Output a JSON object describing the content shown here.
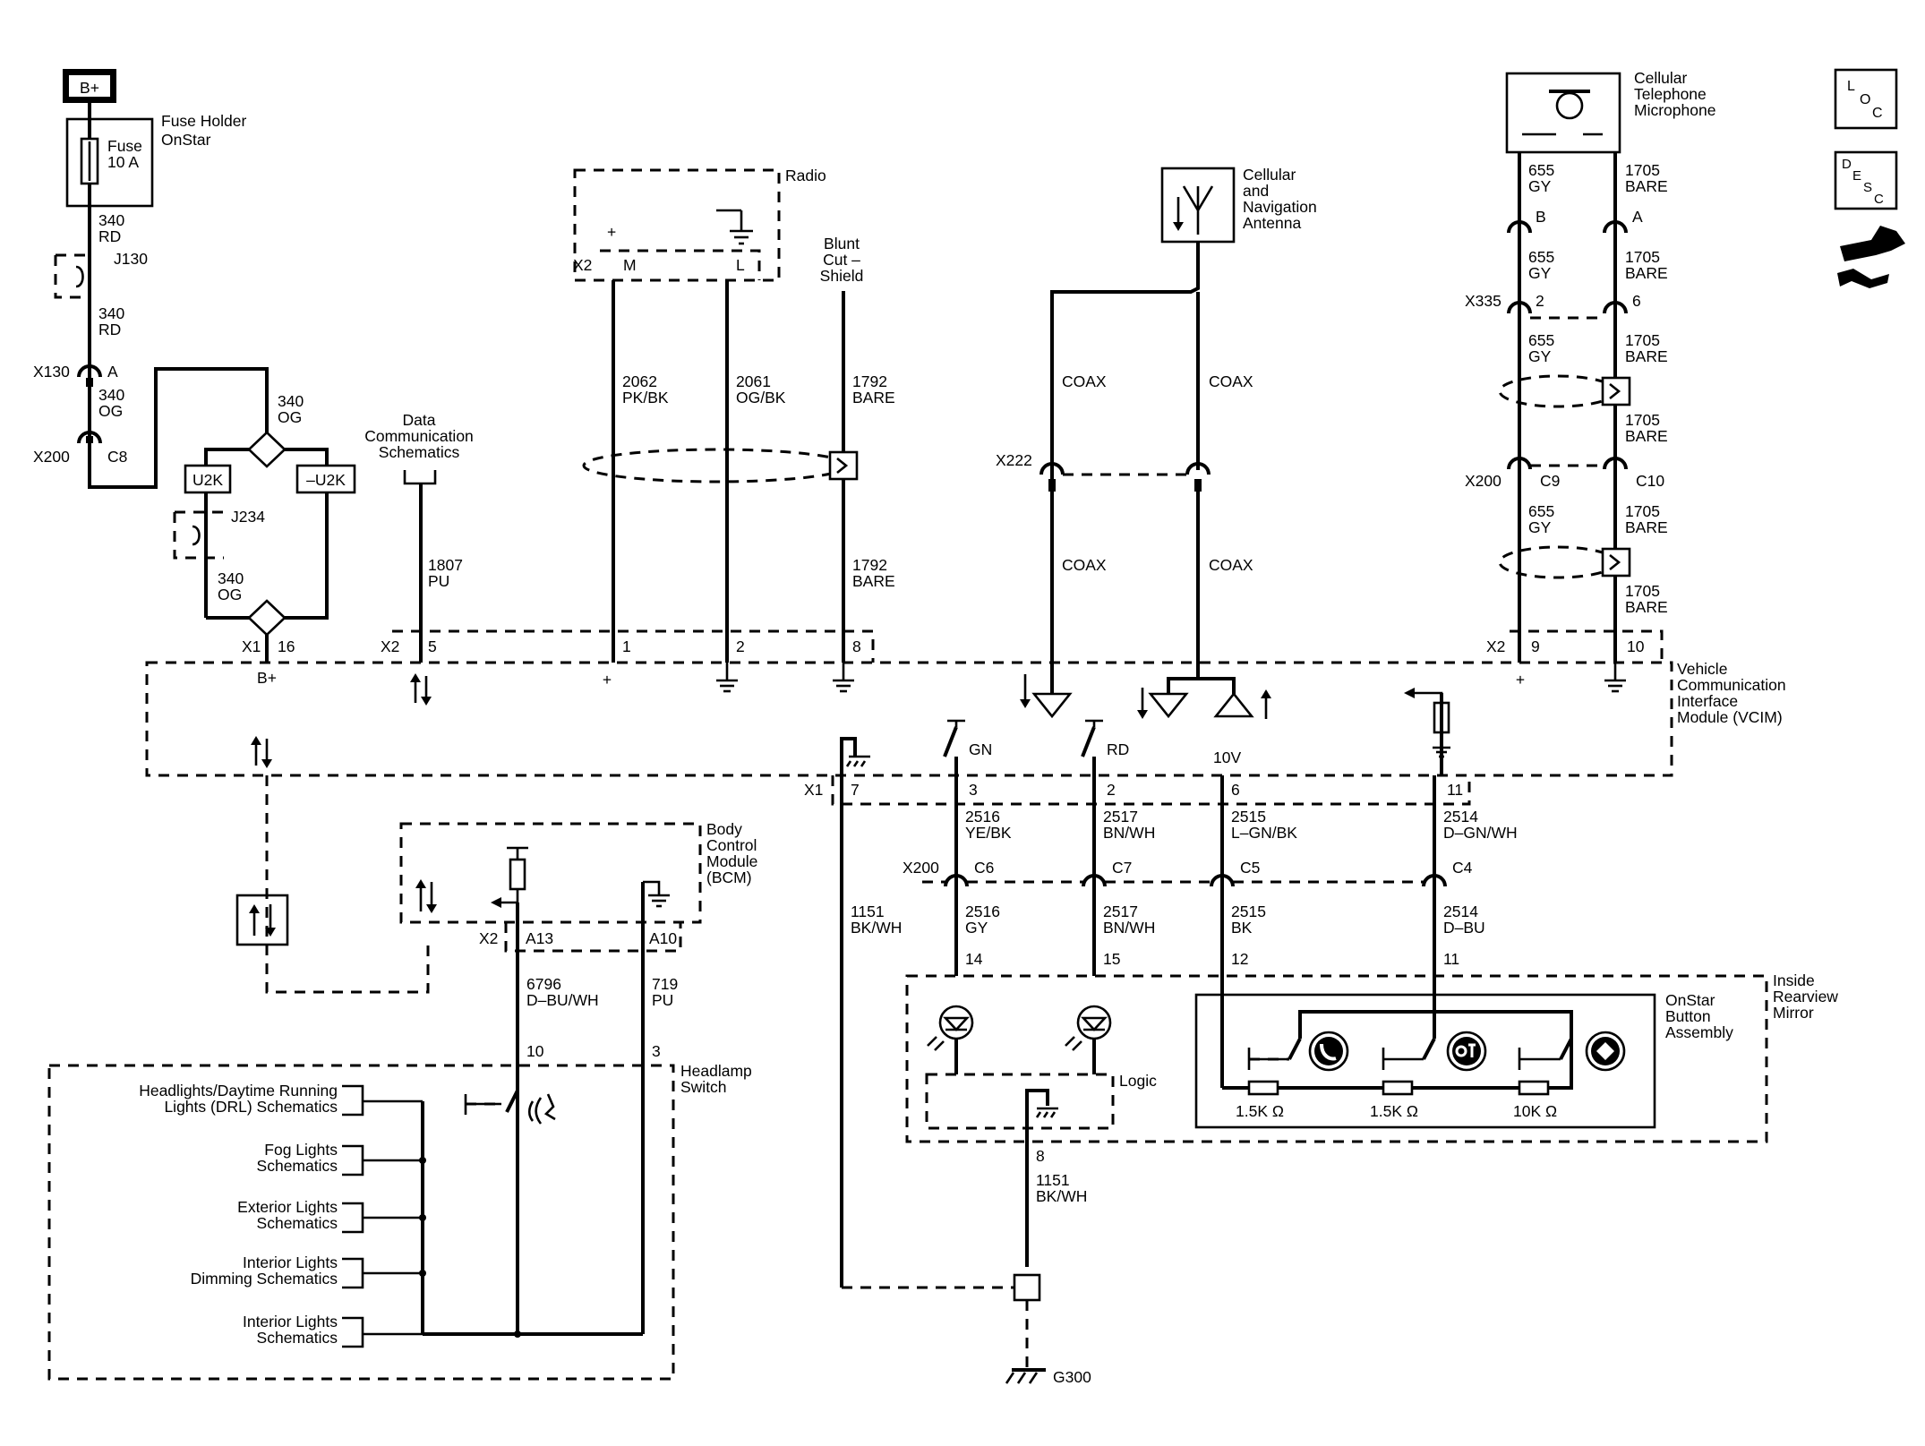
{
  "components": {
    "battery": "B+",
    "fuse_holder": [
      "Fuse Holder",
      "OnStar"
    ],
    "fuse": [
      "Fuse",
      "10 A"
    ],
    "radio": "Radio",
    "blunt_cut_shield": [
      "Blunt",
      "Cut –",
      "Shield"
    ],
    "antenna": [
      "Cellular",
      "and",
      "Navigation",
      "Antenna"
    ],
    "microphone": [
      "Cellular",
      "Telephone",
      "Microphone"
    ],
    "data_comm": [
      "Data",
      "Communication",
      "Schematics"
    ],
    "vcim": [
      "Vehicle",
      "Communication",
      "Interface",
      "Module (VCIM)"
    ],
    "bcm": [
      "Body",
      "Control",
      "Module",
      "(BCM)"
    ],
    "headlamp_switch": [
      "Headlamp",
      "Switch"
    ],
    "mirror": [
      "Inside",
      "Rearview",
      "Mirror"
    ],
    "onstar_buttons": [
      "OnStar",
      "Button",
      "Assembly"
    ],
    "logic": "Logic",
    "ground": "G300",
    "u2k": "U2K",
    "neg_u2k": "–U2K",
    "splice_j130": "J130",
    "splice_j234": "J234"
  },
  "legend": {
    "loc": [
      "L",
      "O",
      "C"
    ],
    "desc": [
      "D",
      "E",
      "S",
      "C"
    ]
  },
  "headlamp_outputs": [
    [
      "Headlights/Daytime Running",
      "Lights (DRL) Schematics"
    ],
    [
      "Fog Lights",
      "Schematics"
    ],
    [
      "Exterior Lights",
      "Schematics"
    ],
    [
      "Interior Lights",
      "Dimming Schematics"
    ],
    [
      "Interior Lights",
      "Schematics"
    ]
  ],
  "connectors": {
    "x130": "X130",
    "x200": "X200",
    "x2": "X2",
    "x1": "X1",
    "x222": "X222",
    "x335": "X335"
  },
  "wire_labels": {
    "fuse_out": [
      "340",
      "RD"
    ],
    "j130_out": [
      "340",
      "RD"
    ],
    "x130_out": [
      "340",
      "OG"
    ],
    "u2k_in": [
      "340",
      "OG"
    ],
    "j234_out": [
      "340",
      "OG"
    ],
    "data": [
      "1807",
      "PU"
    ],
    "radio_m": [
      "2062",
      "PK/BK"
    ],
    "radio_l": [
      "2061",
      "OG/BK"
    ],
    "shield_top": [
      "1792",
      "BARE"
    ],
    "shield_bot": [
      "1792",
      "BARE"
    ],
    "coax": "COAX",
    "mic_b1": [
      "655",
      "GY"
    ],
    "mic_b2": [
      "655",
      "GY"
    ],
    "mic_b3": [
      "655",
      "GY"
    ],
    "mic_b4": [
      "655",
      "GY"
    ],
    "mic_a1": [
      "1705",
      "BARE"
    ],
    "mic_a2": [
      "1705",
      "BARE"
    ],
    "mic_a3": [
      "1705",
      "BARE"
    ],
    "mic_a4": [
      "1705",
      "BARE"
    ],
    "mic_a5": [
      "1705",
      "BARE"
    ],
    "mic_a6": [
      "1705",
      "BARE"
    ],
    "bcm_a13": [
      "6796",
      "D–BU/WH"
    ],
    "bcm_a10": [
      "719",
      "PU"
    ],
    "gnd_left": [
      "1151",
      "BK/WH"
    ],
    "gnd_bot": [
      "1151",
      "BK/WH"
    ],
    "w2516_top": [
      "2516",
      "YE/BK"
    ],
    "w2516_bot": [
      "2516",
      "GY"
    ],
    "w2517_top": [
      "2517",
      "BN/WH"
    ],
    "w2517_bot": [
      "2517",
      "BN/WH"
    ],
    "w2515_top": [
      "2515",
      "L–GN/BK"
    ],
    "w2515_bot": [
      "2515",
      "BK"
    ],
    "w2514_top": [
      "2514",
      "D–GN/WH"
    ],
    "w2514_bot": [
      "2514",
      "D–BU"
    ]
  },
  "pins": {
    "A": "A",
    "C8": "C8",
    "p16": "16",
    "p5": "5",
    "p1": "1",
    "p2": "2",
    "p8": "8",
    "p9": "9",
    "p10": "10",
    "M": "M",
    "L": "L",
    "B": "B",
    "A2": "A",
    "x335_2": "2",
    "x335_6": "6",
    "C9": "C9",
    "C10": "C10",
    "A13": "A13",
    "A10": "A10",
    "sw10": "10",
    "sw3": "3",
    "p7": "7",
    "p3": "3",
    "p2b": "2",
    "p6": "6",
    "p11": "11",
    "C6": "C6",
    "C7": "C7",
    "C5": "C5",
    "C4": "C4",
    "m14": "14",
    "m15": "15",
    "m12": "12",
    "m11": "11",
    "m8": "8"
  },
  "signals": {
    "bplus": "B+",
    "gn": "GN",
    "rd": "RD",
    "v10": "10V"
  },
  "resistors": [
    "1.5K Ω",
    "1.5K Ω",
    "10K Ω"
  ]
}
